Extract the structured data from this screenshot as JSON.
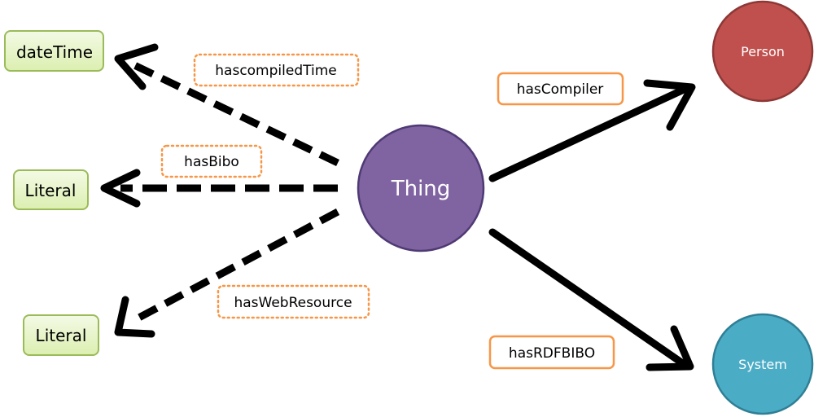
{
  "center": {
    "label": "Thing",
    "color": "#8064a2"
  },
  "targets": {
    "datetime": {
      "label": "dateTime"
    },
    "literal_1": {
      "label": "Literal"
    },
    "literal_2": {
      "label": "Literal"
    },
    "person": {
      "label": "Person",
      "color": "#c0504d"
    },
    "system": {
      "label": "System",
      "color": "#4bacc6"
    }
  },
  "properties": {
    "has_compiled_time": {
      "label": "hascompiledTime",
      "style": "dotted"
    },
    "has_bibo": {
      "label": "hasBibo",
      "style": "dotted"
    },
    "has_web_resource": {
      "label": "hasWebResource",
      "style": "dotted"
    },
    "has_compiler": {
      "label": "hasCompiler",
      "style": "solid"
    },
    "has_rdfbibo": {
      "label": "hasRDFBIBO",
      "style": "solid"
    }
  },
  "colors": {
    "literal_fill": "#ebf5cf",
    "literal_border": "#9bbb59",
    "label_border": "#f79646",
    "edge": "#000000"
  }
}
